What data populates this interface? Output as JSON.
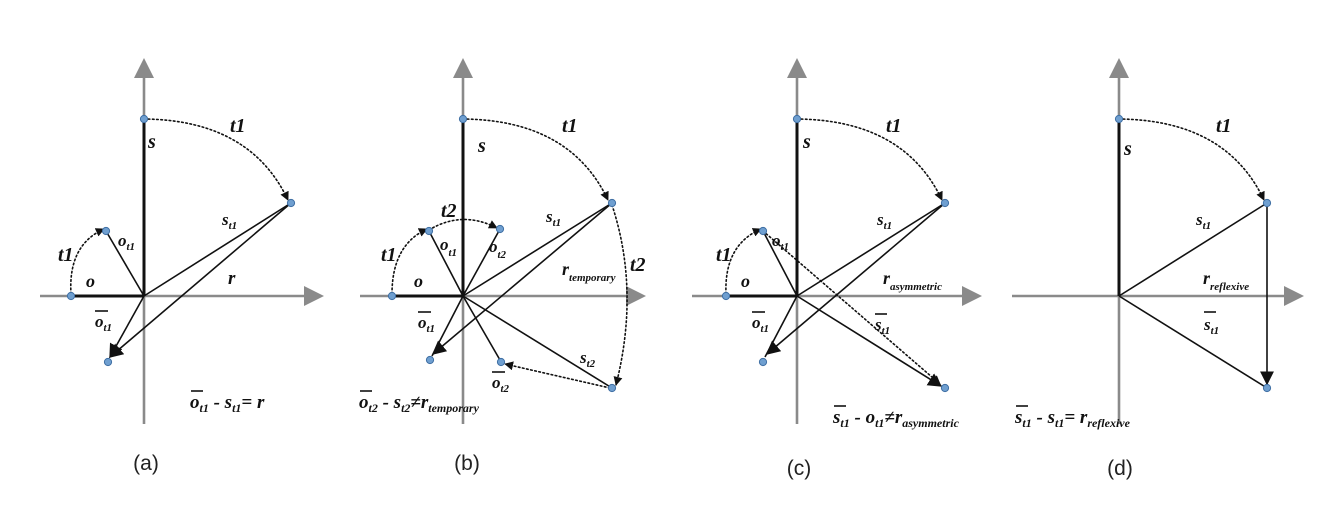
{
  "colors": {
    "axis": "#8a8a8a",
    "ink": "#111111",
    "point": "#6f9fd0"
  },
  "panels": [
    {
      "caption": "(a)",
      "labels": {
        "s": "s",
        "t1_top": "t1",
        "t1_left": "t1",
        "o": "o",
        "o_t1_main": "o",
        "o_t1_sub": "t1",
        "s_t1_main": "s",
        "s_t1_sub": "t1",
        "r": "r",
        "obar_main": "o",
        "obar_sub": "t1"
      },
      "equation": {
        "a_main": "o",
        "a_sub": "t1",
        "op": " - ",
        "b_main": "s",
        "b_sub": "t1",
        "rel": "= ",
        "c_main": "r",
        "c_sub": ""
      }
    },
    {
      "caption": "(b)",
      "labels": {
        "s": "s",
        "t1_top": "t1",
        "t1_left": "t1",
        "t2_top": "t2",
        "t2_right": "t2",
        "o": "o",
        "o_t1_main": "o",
        "o_t1_sub": "t1",
        "o_t2_main": "o",
        "o_t2_sub": "t2",
        "s_t1_main": "s",
        "s_t1_sub": "t1",
        "r_main": "r",
        "r_sub": "temporary",
        "obar_t1_main": "o",
        "obar_t1_sub": "t1",
        "obar_t2_main": "o",
        "obar_t2_sub": "t2",
        "s_t2_main": "s",
        "s_t2_sub": "t2"
      },
      "equation": {
        "a_main": "o",
        "a_sub": "t2",
        "op": " - ",
        "b_main": "s",
        "b_sub": "t2",
        "rel": "≠",
        "c_main": "r",
        "c_sub": "temporary"
      }
    },
    {
      "caption": "(c)",
      "labels": {
        "s": "s",
        "t1_top": "t1",
        "t1_left": "t1",
        "o": "o",
        "o_t1_main": "o",
        "o_t1_sub": "t1",
        "s_t1_main": "s",
        "s_t1_sub": "t1",
        "r_main": "r",
        "r_sub": "asymmetric",
        "obar_main": "o",
        "obar_sub": "t1",
        "sbar_main": "s",
        "sbar_sub": "t1"
      },
      "equation": {
        "a_main": "s",
        "a_sub": "t1",
        "op": " - ",
        "b_main": "o",
        "b_sub": "t1",
        "rel": "≠",
        "c_main": "r",
        "c_sub": "asymmetric"
      }
    },
    {
      "caption": "(d)",
      "labels": {
        "s": "s",
        "t1_top": "t1",
        "s_t1_main": "s",
        "s_t1_sub": "t1",
        "r_main": "r",
        "r_sub": "reflexive",
        "sbar_main": "s",
        "sbar_sub": "t1"
      },
      "equation": {
        "a_main": "s",
        "a_sub": "t1",
        "op": " - ",
        "b_main": "s",
        "b_sub": "t1",
        "rel": "= ",
        "c_main": "r",
        "c_sub": "reflexive"
      }
    }
  ]
}
